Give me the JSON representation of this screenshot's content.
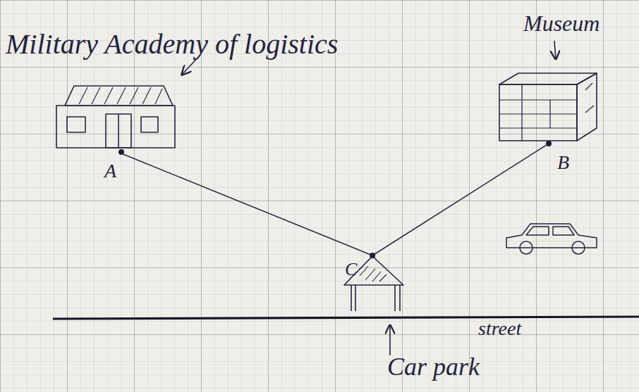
{
  "diagram": {
    "nodes": [
      {
        "text": [
          "Military Academy of logistics",
          "A"
        ]
      },
      {
        "text": [
          "Museum",
          "B"
        ]
      },
      {
        "text": [
          "C",
          "Car park"
        ]
      }
    ],
    "edges": [
      {
        "from": 0,
        "to": 2,
        "arrow": "none"
      },
      {
        "from": 1,
        "to": 2,
        "arrow": "none"
      }
    ],
    "labels": [
      "street"
    ]
  }
}
